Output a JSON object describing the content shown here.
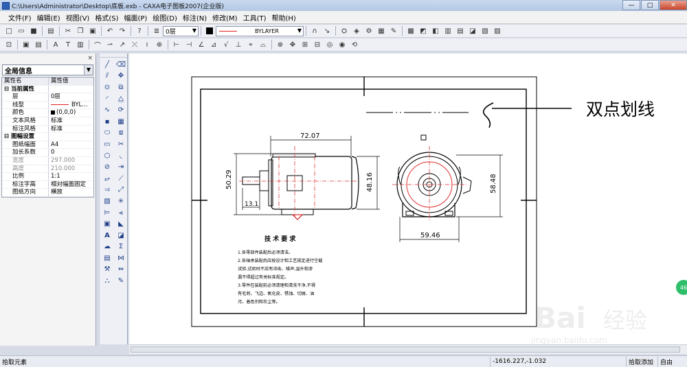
{
  "window": {
    "title": "C:\\Users\\Administrator\\Desktop\\底板.exb - CAXA电子图板2007(企业版)",
    "min": "—",
    "max": "□",
    "close": "✕"
  },
  "menu": [
    "文件(F)",
    "编辑(E)",
    "视图(V)",
    "格式(S)",
    "幅面(P)",
    "绘图(D)",
    "标注(N)",
    "修改(M)",
    "工具(T)",
    "帮助(H)"
  ],
  "toolbar": {
    "layer_value": "0层",
    "linetype_value": "BYLAYER",
    "line_color": "#e02020",
    "color_swatch": "#000000"
  },
  "panel": {
    "close_glyph": "×",
    "dropdown_value": "全局信息",
    "col_name": "属性名",
    "col_value": "属性值",
    "group1": "当前属性",
    "group2": "图幅设置",
    "rows1": [
      {
        "name": "层",
        "value": "0层"
      },
      {
        "name": "线型",
        "value": "BYL..."
      },
      {
        "name": "颜色",
        "value": "(0,0,0)"
      },
      {
        "name": "文本风格",
        "value": "标准"
      },
      {
        "name": "标注风格",
        "value": "标准"
      }
    ],
    "rows2": [
      {
        "name": "图纸幅面",
        "value": "A4"
      },
      {
        "name": "加长系数",
        "value": "0"
      },
      {
        "name": "宽度",
        "value": "297.000"
      },
      {
        "name": "高度",
        "value": "210.000"
      },
      {
        "name": "比例",
        "value": "1:1"
      },
      {
        "name": "标注字高",
        "value": "相对幅面固定"
      },
      {
        "name": "图纸方向",
        "value": "横放"
      }
    ]
  },
  "drawing": {
    "dims": {
      "top_width": "72.07",
      "left_height": "50.29",
      "right_height": "48.16",
      "bottom_left": "13.1",
      "front_width": "59.46",
      "front_height": "58.48"
    },
    "notes_title": "技 术 要 求",
    "notes": [
      "1.各零部件装配后必须清洁。",
      "2.各轴承装配后应按设计和工艺规定进行空载",
      "试验,试验时不应有冲击、噪声,温升和渗",
      "漏不得超过有关标准规定。",
      "3.零件在装配前必须清理和清洗干净,不得",
      "有毛刺、飞边、氧化皮、锈蚀、切屑、油",
      "污、着色剂和灰尘等。"
    ],
    "annotation": "双点划线",
    "watermark_brand": "Bai",
    "watermark_brand2": "经验",
    "watermark_url": "jingyan.baidu.com"
  },
  "status": {
    "left": "拾取元素",
    "coords": "-1616.227,-1.032",
    "mode": "拾取添加",
    "mode2": "自由"
  },
  "side_badge": "46"
}
